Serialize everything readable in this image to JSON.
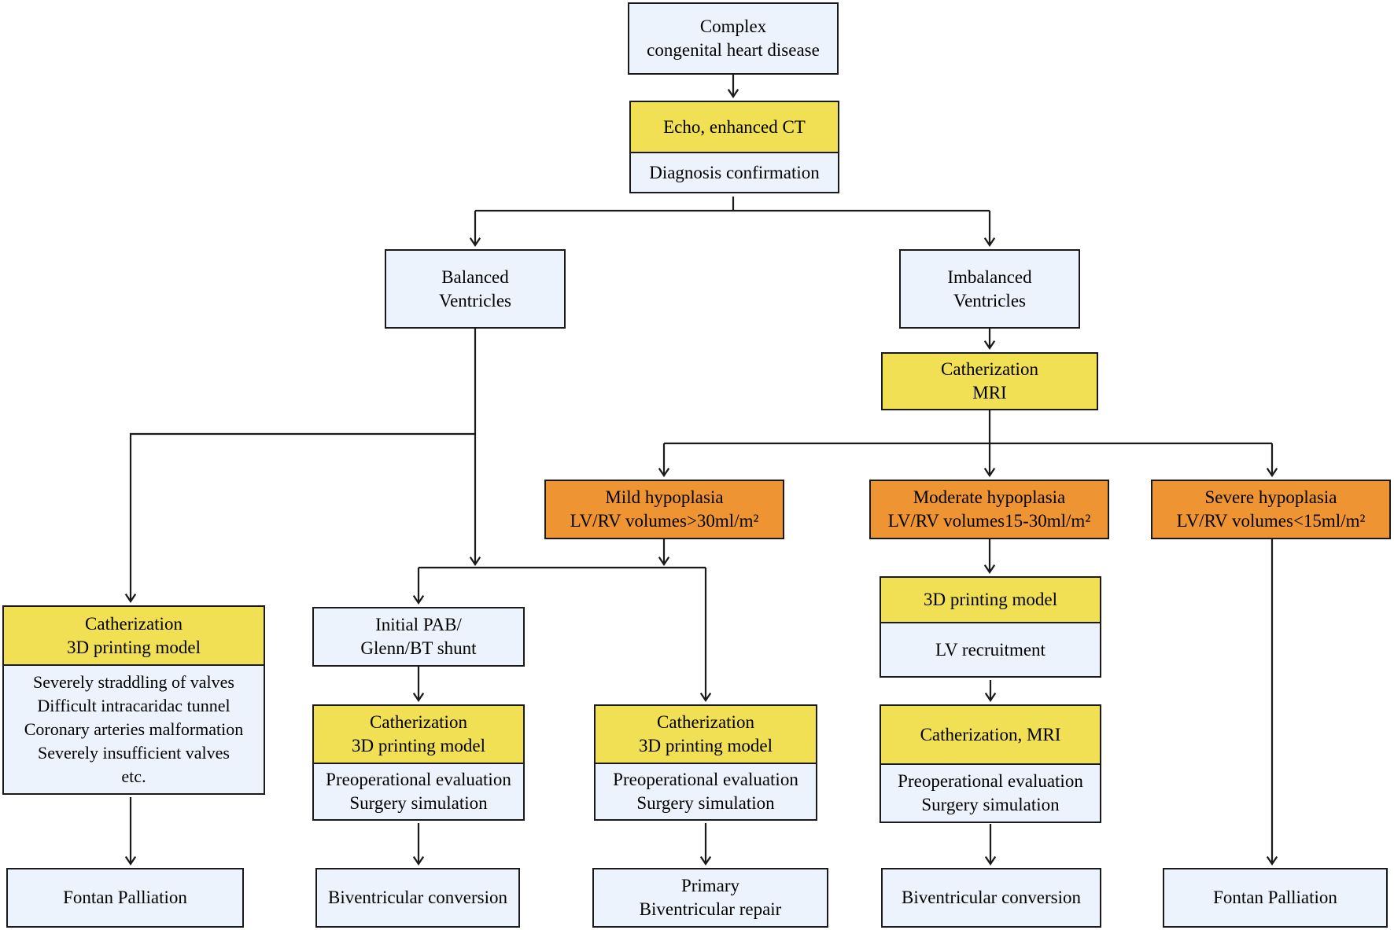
{
  "figure": {
    "type": "flowchart",
    "subject": "Decision pathway for complex congenital heart disease using 3D printing models"
  },
  "colors": {
    "highlight_yellow": "#F2E054",
    "highlight_orange": "#EF9433",
    "box_blue": "#EDF3FC",
    "border": "#1A1A1A"
  },
  "nodes": {
    "complex": {
      "lines": [
        "Complex",
        "congenital heart disease"
      ]
    },
    "echo": {
      "lines": [
        "Echo, enhanced CT"
      ]
    },
    "diagnosis": {
      "lines": [
        "Diagnosis confirmation"
      ]
    },
    "balanced": {
      "lines": [
        "Balanced",
        "Ventricles"
      ]
    },
    "imbalanced": {
      "lines": [
        "Imbalanced",
        "Ventricles"
      ]
    },
    "cath_mri": {
      "lines": [
        "Catherization",
        "MRI"
      ]
    },
    "mild": {
      "lines": [
        "Mild hypoplasia",
        "LV/RV volumes>30ml/m²"
      ]
    },
    "moderate": {
      "lines": [
        "Moderate hypoplasia",
        "LV/RV volumes15-30ml/m²"
      ]
    },
    "severe": {
      "lines": [
        "Severe hypoplasia",
        "LV/RV volumes<15ml/m²"
      ]
    },
    "cath_3d_left": {
      "lines": [
        "Catherization",
        "3D printing model"
      ]
    },
    "left_indications": {
      "lines": [
        "Severely straddling of valves",
        "Difficult intracaridac tunnel",
        "Coronary arteries malformation",
        "Severely insufficient valves",
        "etc."
      ]
    },
    "initial_pab": {
      "lines": [
        "Initial PAB/",
        "Glenn/BT shunt"
      ]
    },
    "cath_3d_col2": {
      "lines": [
        "Catherization",
        "3D printing model"
      ]
    },
    "preop_col2": {
      "lines": [
        "Preoperational evaluation",
        "Surgery simulation"
      ]
    },
    "cath_3d_col3": {
      "lines": [
        "Catherization",
        "3D printing model"
      ]
    },
    "preop_col3": {
      "lines": [
        "Preoperational evaluation",
        "Surgery simulation"
      ]
    },
    "printing_model": {
      "lines": [
        "3D printing model"
      ]
    },
    "lv_recruitment": {
      "lines": [
        "LV recruitment"
      ]
    },
    "cath_mri_2": {
      "lines": [
        "Catherization, MRI"
      ]
    },
    "preop_col4": {
      "lines": [
        "Preoperational evaluation",
        "Surgery simulation"
      ]
    },
    "fontan_left": {
      "lines": [
        "Fontan Palliation"
      ]
    },
    "bivent_col2": {
      "lines": [
        "Biventricular conversion"
      ]
    },
    "primary_repair": {
      "lines": [
        "Primary",
        "Biventricular repair"
      ]
    },
    "bivent_col4": {
      "lines": [
        "Biventricular conversion"
      ]
    },
    "fontan_right": {
      "lines": [
        "Fontan Palliation"
      ]
    }
  },
  "edges": [
    {
      "from": "complex",
      "to": "echo"
    },
    {
      "from": "diagnosis",
      "to": "balanced"
    },
    {
      "from": "diagnosis",
      "to": "imbalanced"
    },
    {
      "from": "imbalanced",
      "to": "cath_mri"
    },
    {
      "from": "cath_mri",
      "to": "mild"
    },
    {
      "from": "cath_mri",
      "to": "moderate"
    },
    {
      "from": "cath_mri",
      "to": "severe"
    },
    {
      "from": "balanced",
      "to": "cath_3d_left"
    },
    {
      "from": "balanced",
      "to": "initial_pab"
    },
    {
      "from": "balanced",
      "to": "cath_3d_col3"
    },
    {
      "from": "mild",
      "to": "initial_pab"
    },
    {
      "from": "mild",
      "to": "cath_3d_col3"
    },
    {
      "from": "left_indications",
      "to": "fontan_left"
    },
    {
      "from": "initial_pab",
      "to": "cath_3d_col2"
    },
    {
      "from": "preop_col2",
      "to": "bivent_col2"
    },
    {
      "from": "preop_col3",
      "to": "primary_repair"
    },
    {
      "from": "moderate",
      "to": "printing_model"
    },
    {
      "from": "lv_recruitment",
      "to": "cath_mri_2"
    },
    {
      "from": "preop_col4",
      "to": "bivent_col4"
    },
    {
      "from": "severe",
      "to": "fontan_right"
    }
  ]
}
